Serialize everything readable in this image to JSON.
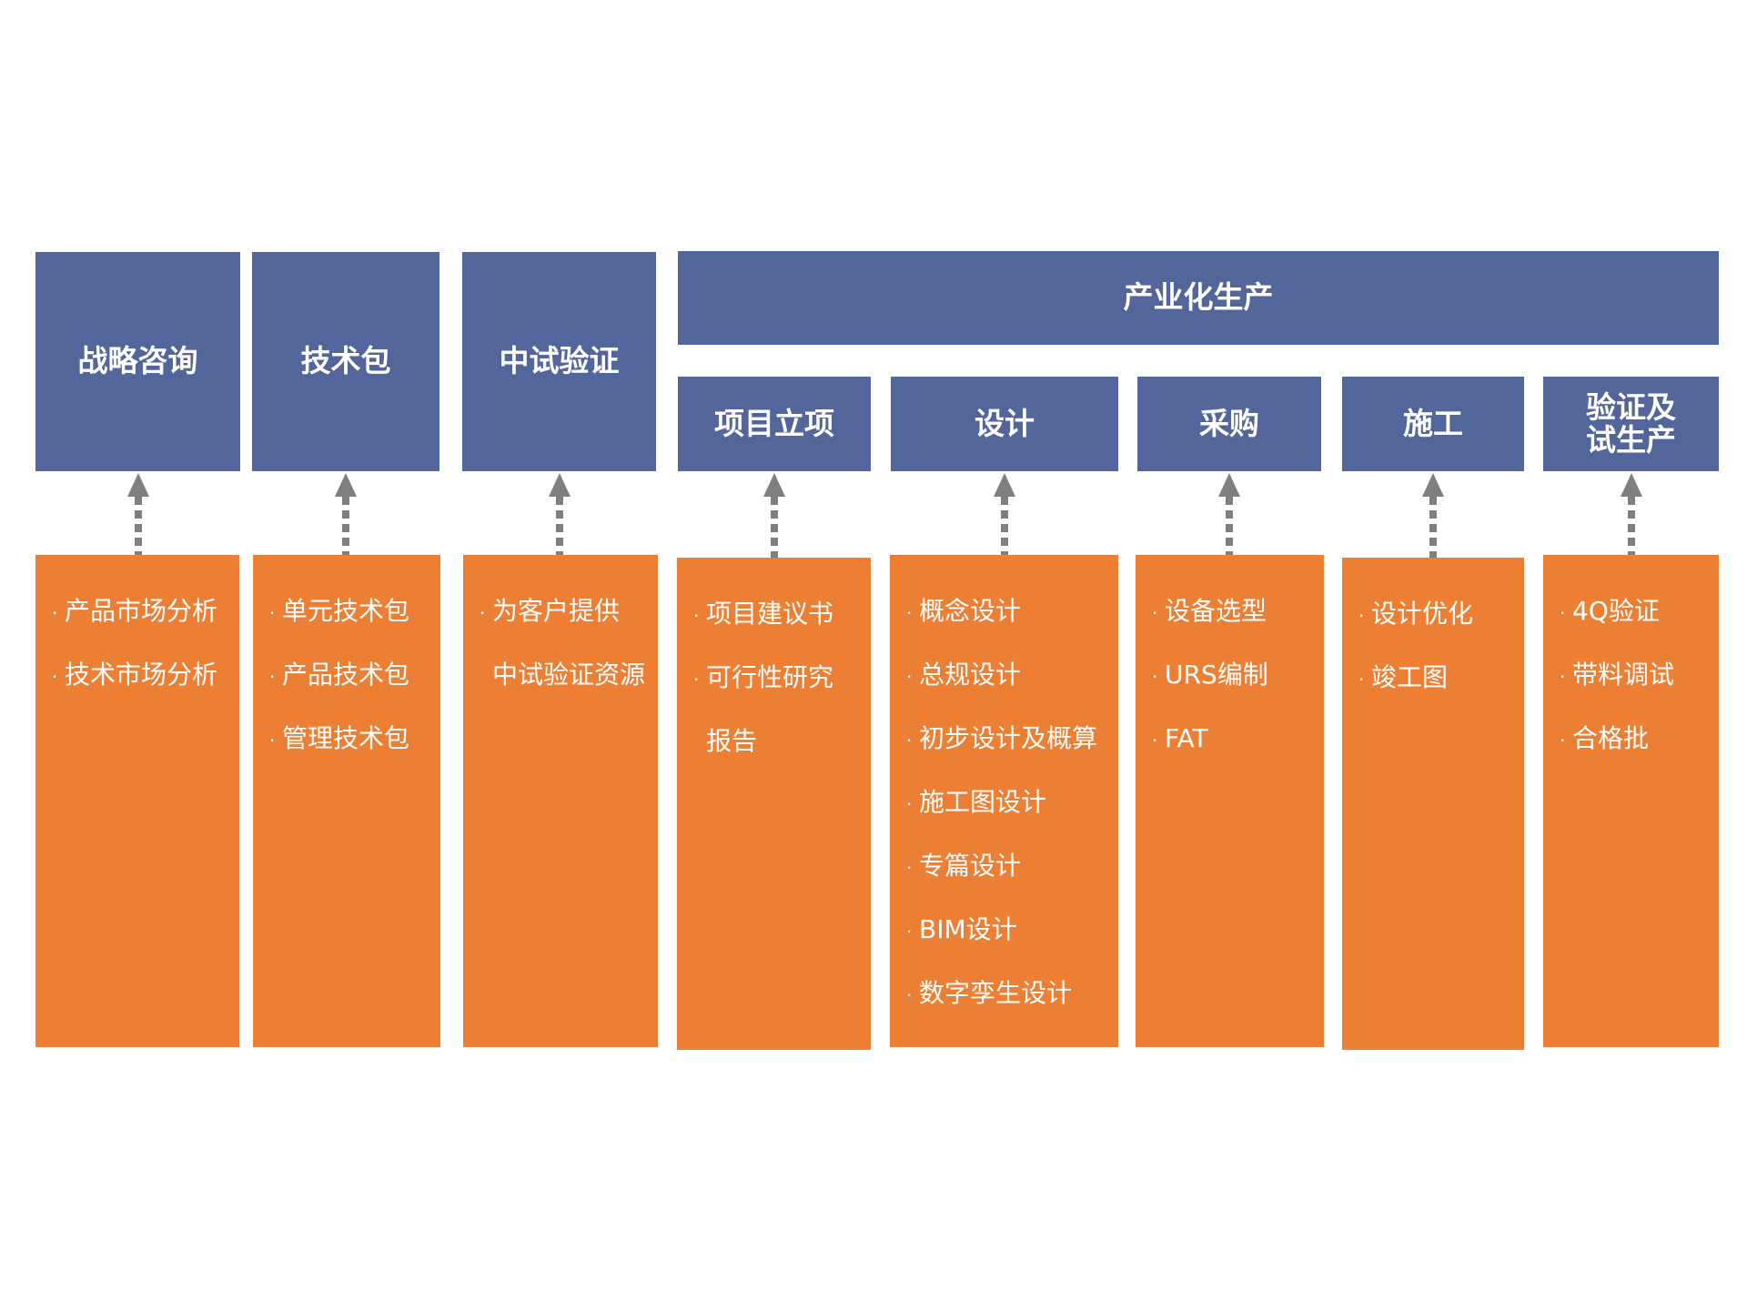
{
  "header": {
    "label": "产业化生产"
  },
  "columns": [
    {
      "title": "战略咨询",
      "items": [
        {
          "text": "产品市场分析",
          "bullet": true
        },
        {
          "text": "技术市场分析",
          "bullet": true
        }
      ]
    },
    {
      "title": "技术包",
      "items": [
        {
          "text": "单元技术包",
          "bullet": true
        },
        {
          "text": "产品技术包",
          "bullet": true
        },
        {
          "text": "管理技术包",
          "bullet": true
        }
      ]
    },
    {
      "title": "中试验证",
      "items": [
        {
          "text": "为客户提供",
          "bullet": true
        },
        {
          "text": "中试验证资源",
          "bullet": false
        }
      ]
    },
    {
      "title": "项目立项",
      "items": [
        {
          "text": "项目建议书",
          "bullet": true
        },
        {
          "text": "可行性研究",
          "bullet": true
        },
        {
          "text": "报告",
          "bullet": false
        }
      ]
    },
    {
      "title": "设计",
      "items": [
        {
          "text": "概念设计",
          "bullet": true
        },
        {
          "text": "总规设计",
          "bullet": true
        },
        {
          "text": "初步设计及概算",
          "bullet": true
        },
        {
          "text": "施工图设计",
          "bullet": true
        },
        {
          "text": "专篇设计",
          "bullet": true
        },
        {
          "text": "BIM设计",
          "bullet": true
        },
        {
          "text": "数字孪生设计",
          "bullet": true
        }
      ]
    },
    {
      "title": "采购",
      "items": [
        {
          "text": "设备选型",
          "bullet": true
        },
        {
          "text": "URS编制",
          "bullet": true
        },
        {
          "text": "FAT",
          "bullet": true
        }
      ]
    },
    {
      "title": "施工",
      "items": [
        {
          "text": "设计优化",
          "bullet": true
        },
        {
          "text": "竣工图",
          "bullet": true
        }
      ]
    },
    {
      "title": "验证及\n试生产",
      "items": [
        {
          "text": "4Q验证",
          "bullet": true
        },
        {
          "text": "带料调试",
          "bullet": true
        },
        {
          "text": "合格批",
          "bullet": true
        }
      ]
    }
  ],
  "bullet_char": "·",
  "colors": {
    "header_blue": "#53669b",
    "body_orange": "#ec7f34",
    "arrow_gray": "#7f7f7f",
    "text_white": "#ffffff"
  }
}
